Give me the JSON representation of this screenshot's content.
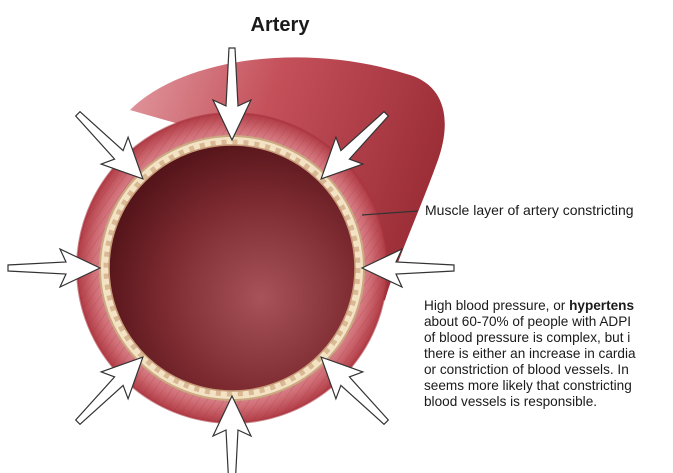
{
  "title": "Artery",
  "callout_label": "Muscle layer of artery constricting",
  "paragraph": {
    "line1_prefix": "High blood pressure, or ",
    "line1_bold": "hypertens",
    "line2": "about 60-70% of people with ADPI",
    "line3": "of blood pressure is complex, but i",
    "line4": "there is either an increase in cardia",
    "line5": "or constriction of blood vessels. In",
    "line6": "seems more likely that constricting",
    "line7": "blood vessels is responsible."
  },
  "colors": {
    "wall_outer": "#c24a52",
    "wall_mid": "#d8808a",
    "lining": "#f1dfc0",
    "lumen_dark": "#5e1418",
    "lumen_light": "#a04550",
    "arrow_fill": "#ffffff",
    "arrow_stroke": "#333333"
  },
  "arrows": [
    "top",
    "top-left",
    "top-right",
    "left",
    "right",
    "bottom-left",
    "bottom-right",
    "bottom"
  ]
}
